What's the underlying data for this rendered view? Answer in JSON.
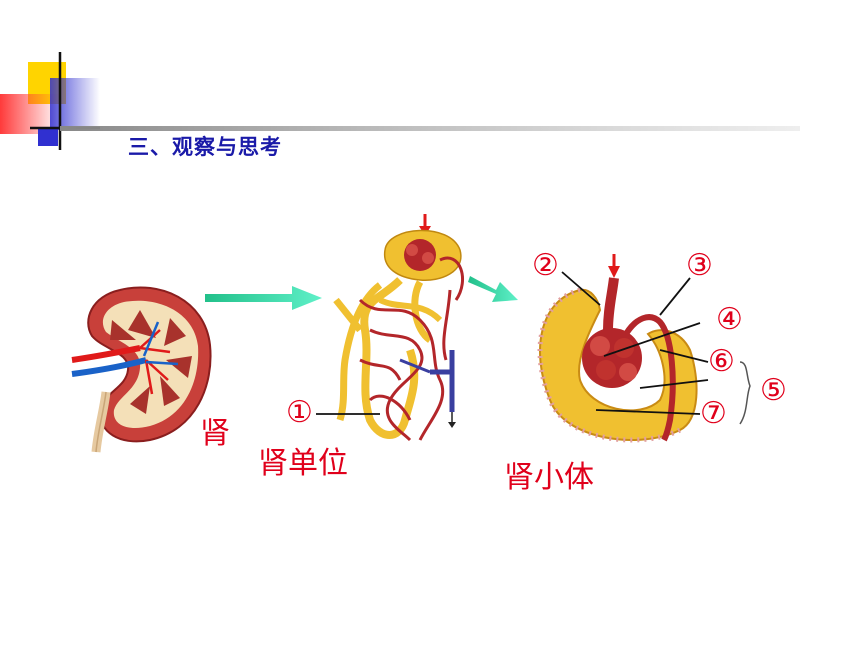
{
  "slide": {
    "title": "三、观察与思考"
  },
  "diagram": {
    "labels": {
      "kidney": "肾",
      "nephron": "肾单位",
      "renal_corpuscle": "肾小体"
    },
    "markers": [
      "①",
      "②",
      "③",
      "④",
      "⑤",
      "⑥",
      "⑦"
    ]
  },
  "colors": {
    "title_blue": "#1a1aa8",
    "label_red": "#e0001b",
    "arrow_green": "#2fd6a0",
    "vessel_red": "#b3262a",
    "tubule_yellow": "#f0c030"
  }
}
